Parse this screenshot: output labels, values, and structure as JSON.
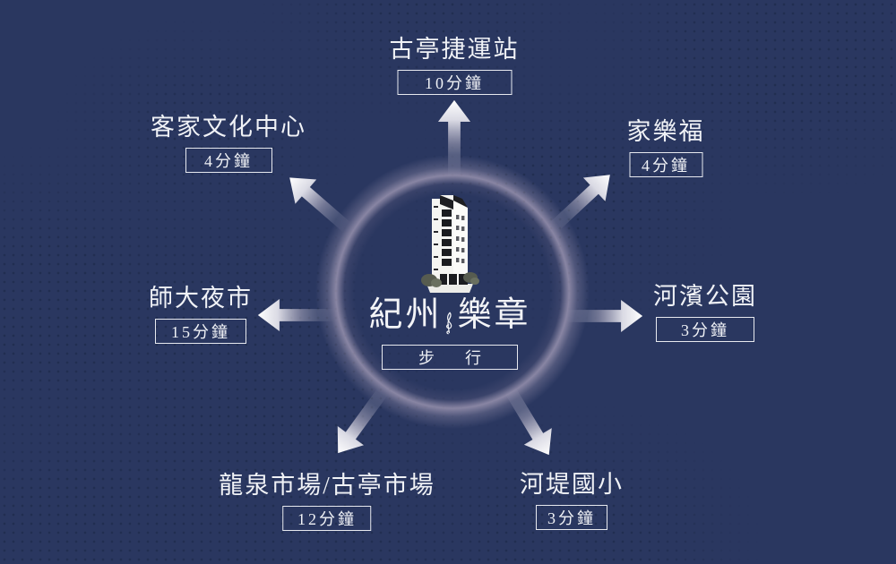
{
  "meta": {
    "background_color": "#2a3760",
    "text_color": "#f0f2f6",
    "arrow_color": "#ffffff",
    "ring_glow_color": "#d6c5da"
  },
  "center": {
    "building_icon": "building-illustration",
    "clef_icon": "treble-clef-icon",
    "project_name_prefix": "紀州",
    "project_name_suffix": "樂章",
    "mode_label": "步行"
  },
  "nodes": [
    {
      "position": "top",
      "title": "古亭捷運站",
      "walk_time": "10分鐘"
    },
    {
      "position": "top-left",
      "title": "客家文化中心",
      "walk_time": "4分鐘"
    },
    {
      "position": "top-right",
      "title": "家樂福",
      "walk_time": "4分鐘"
    },
    {
      "position": "left",
      "title": "師大夜市",
      "walk_time": "15分鐘"
    },
    {
      "position": "right",
      "title": "河濱公園",
      "walk_time": "3分鐘"
    },
    {
      "position": "bottom-left",
      "title": "龍泉市場/古亭市場",
      "walk_time": "12分鐘"
    },
    {
      "position": "bottom-right",
      "title": "河堤國小",
      "walk_time": "3分鐘"
    }
  ]
}
